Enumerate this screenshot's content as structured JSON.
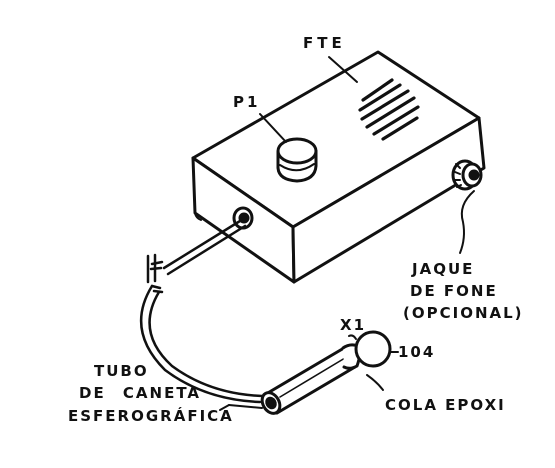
{
  "labels": {
    "fte": "FTE",
    "p1": "P1",
    "jaque_line1": "JAQUE",
    "jaque_line2": "DE FONE",
    "jaque_line3": "(OPCIONAL)",
    "x1": "X1",
    "part_104": "104",
    "cola": "COLA EPOXI",
    "tubo_line1": "TUBO",
    "tubo_line2": "DE CANETA",
    "tubo_line3": "ESFEROGRÁFICA"
  },
  "colors": {
    "ink": "#111111",
    "background": "#ffffff"
  }
}
